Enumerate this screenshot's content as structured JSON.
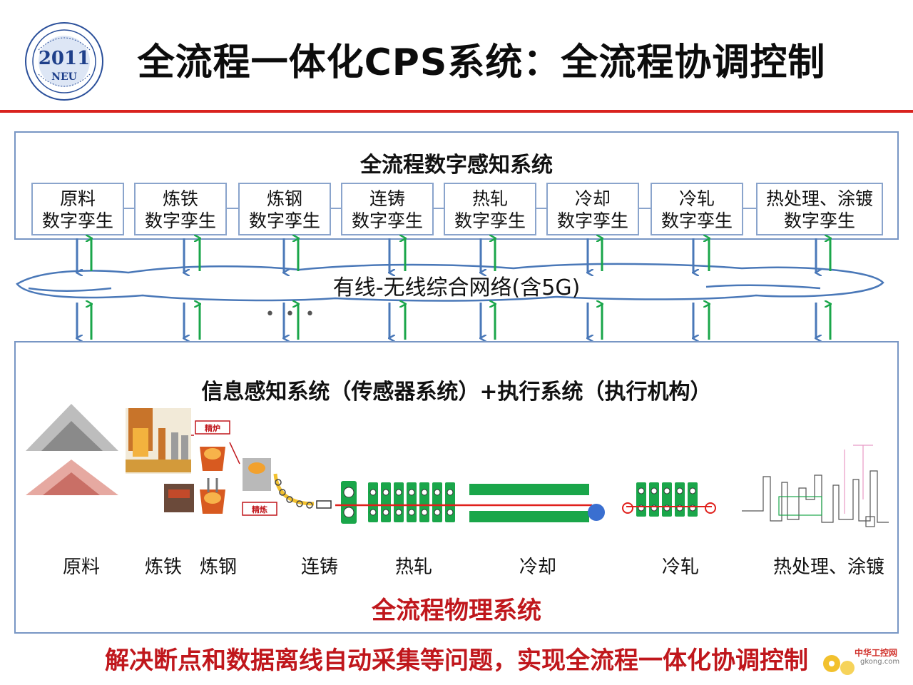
{
  "title": "全流程一体化CPS系统：全流程协调控制",
  "logo": {
    "year": "2011",
    "abbr": "NEU"
  },
  "digital_system": {
    "heading": "全流程数字感知系统",
    "twins": [
      {
        "name": "原料",
        "suffix": "数字孪生"
      },
      {
        "name": "炼铁",
        "suffix": "数字孪生"
      },
      {
        "name": "炼钢",
        "suffix": "数字孪生"
      },
      {
        "name": "连铸",
        "suffix": "数字孪生"
      },
      {
        "name": "热轧",
        "suffix": "数字孪生"
      },
      {
        "name": "冷却",
        "suffix": "数字孪生"
      },
      {
        "name": "冷轧",
        "suffix": "数字孪生"
      },
      {
        "name": "热处理、涂镀",
        "suffix": "数字孪生"
      }
    ]
  },
  "network": {
    "label": "有线-无线综合网络(含5G)",
    "ellipsis": "• • •"
  },
  "physical_system": {
    "heading": "信息感知系统（传感器系统）+执行系统（执行机构）",
    "stages": [
      "原料",
      "炼铁",
      "炼钢",
      "连铸",
      "热轧",
      "冷却",
      "冷轧",
      "热处理、涂镀"
    ],
    "caption": "全流程物理系统",
    "tags": [
      "精炉",
      "精炼"
    ]
  },
  "conclusion": "解决断点和数据离线自动采集等问题，实现全流程一体化协调控制",
  "watermark": {
    "name": "中华工控网",
    "url": "gkong.com"
  },
  "colors": {
    "accent_red": "#d9231e",
    "panel_border": "#7896c4",
    "arrow_blue": "#4a78b8",
    "arrow_green": "#1aa64a",
    "roller_green": "#1aa64a",
    "strip_red": "#e0201c"
  }
}
